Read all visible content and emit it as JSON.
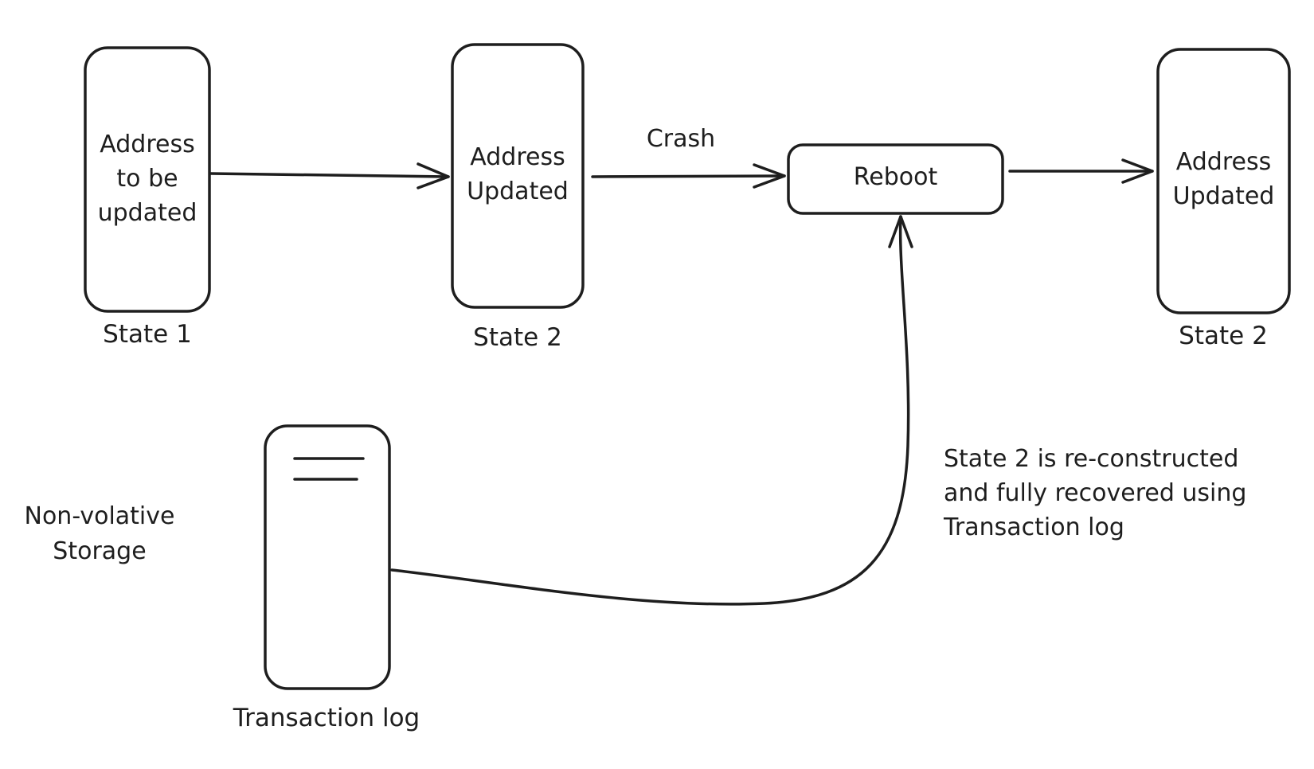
{
  "diagram": {
    "box1": {
      "lines": [
        "Address",
        "to be",
        "updated"
      ],
      "caption": "State 1"
    },
    "box2": {
      "lines": [
        "Address",
        "Updated"
      ],
      "caption": "State 2"
    },
    "reboot": {
      "label": "Reboot"
    },
    "box3": {
      "lines": [
        "Address",
        "Updated"
      ],
      "caption": "State 2"
    },
    "crash_label": "Crash",
    "storage_label": [
      "Non-volative",
      "Storage"
    ],
    "log": {
      "caption": "Transaction log"
    },
    "note": [
      "State 2 is re-constructed",
      "and fully recovered using",
      "Transaction log"
    ],
    "stroke_color": "#1e1e1e",
    "background": "#ffffff"
  }
}
